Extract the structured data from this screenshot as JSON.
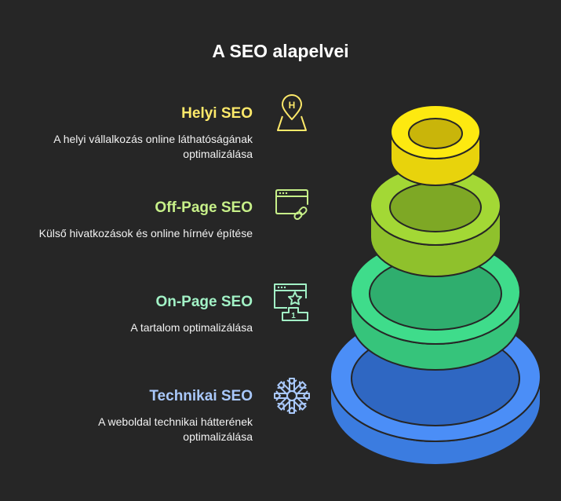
{
  "title": "A SEO alapelvei",
  "colors": {
    "background": "#262626",
    "yellow": "#fde910",
    "lime": "#a3d835",
    "green": "#3fdc8b",
    "blue": "#4b8ef7"
  },
  "items": [
    {
      "title": "Helyi SEO",
      "description": "A helyi vállalkozás online láthatóságának optimalizálása",
      "icon": "map-pin-icon",
      "color": "#fde96a"
    },
    {
      "title": "Off-Page SEO",
      "description": "Külső hivatkozások és online hírnév építése",
      "icon": "browser-link-icon",
      "color": "#c7f089"
    },
    {
      "title": "On-Page SEO",
      "description": "A tartalom optimalizálása",
      "icon": "browser-star-icon",
      "color": "#a2f2c6"
    },
    {
      "title": "Technikai SEO",
      "description": "A weboldal technikai hátterének optimalizálása",
      "icon": "gear-snowflake-icon",
      "color": "#a9c8fb"
    }
  ],
  "pin_letter": "H",
  "rank_number": "1"
}
